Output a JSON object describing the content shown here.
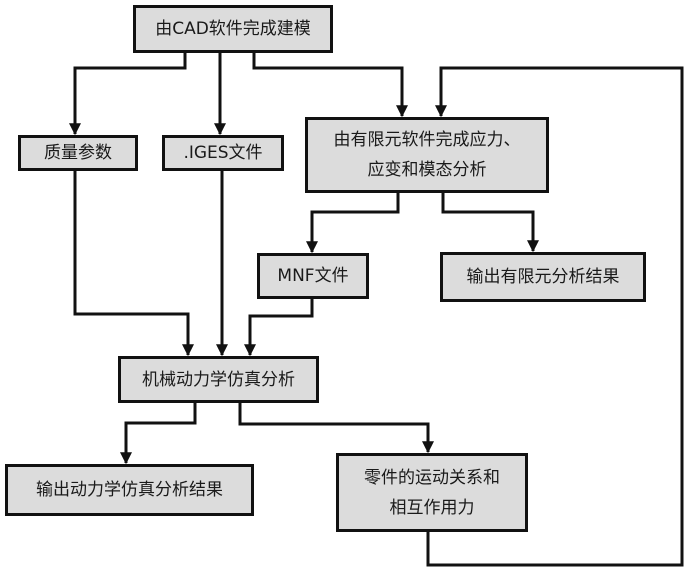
{
  "diagram": {
    "type": "flowchart",
    "colors": {
      "box_fill": "#dcdcdc",
      "border": "#111111",
      "line": "#111111",
      "background": "#ffffff"
    },
    "nodes": {
      "cad_modeling": {
        "lines": [
          "由CAD软件完成建模"
        ]
      },
      "mass_params": {
        "lines": [
          "质量参数"
        ]
      },
      "iges_file": {
        "lines": [
          ".IGES文件"
        ]
      },
      "fea_analysis": {
        "lines": [
          "由有限元软件完成应力、",
          "应变和模态分析"
        ]
      },
      "mnf_file": {
        "lines": [
          "MNF文件"
        ]
      },
      "fea_output": {
        "lines": [
          "输出有限元分析结果"
        ]
      },
      "mbd_simulation": {
        "lines": [
          "机械动力学仿真分析"
        ]
      },
      "mbd_output": {
        "lines": [
          "输出动力学仿真分析结果"
        ]
      },
      "part_motion": {
        "lines": [
          "零件的运动关系和",
          "相互作用力"
        ]
      }
    },
    "edges": [
      {
        "from": "cad_modeling",
        "to": "mass_params"
      },
      {
        "from": "cad_modeling",
        "to": "iges_file"
      },
      {
        "from": "cad_modeling",
        "to": "fea_analysis"
      },
      {
        "from": "fea_analysis",
        "to": "mnf_file"
      },
      {
        "from": "fea_analysis",
        "to": "fea_output"
      },
      {
        "from": "mass_params",
        "to": "mbd_simulation"
      },
      {
        "from": "iges_file",
        "to": "mbd_simulation"
      },
      {
        "from": "mnf_file",
        "to": "mbd_simulation"
      },
      {
        "from": "mbd_simulation",
        "to": "mbd_output"
      },
      {
        "from": "mbd_simulation",
        "to": "part_motion"
      },
      {
        "from": "part_motion",
        "to": "fea_analysis",
        "note": "feedback loop"
      }
    ]
  }
}
